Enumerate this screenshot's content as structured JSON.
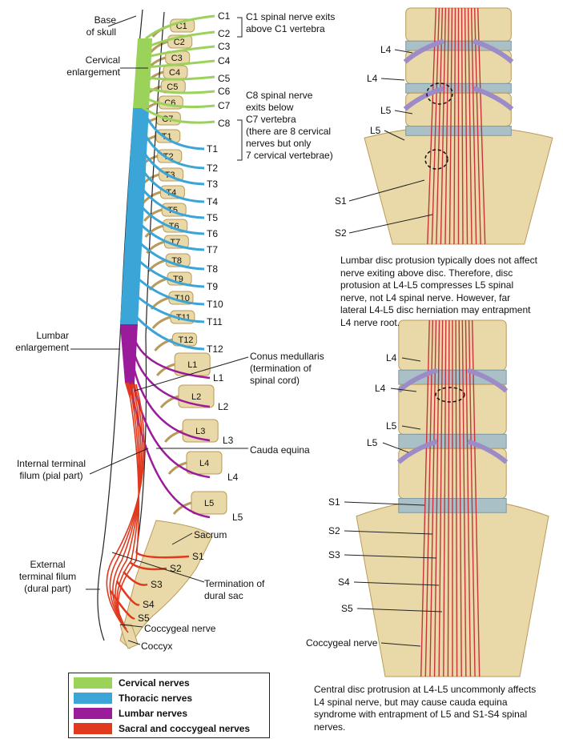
{
  "colors": {
    "cervical": "#9ad25a",
    "thoracic": "#3aa5d6",
    "lumbar": "#9b1c9b",
    "sacral": "#e0391d",
    "bone": "#ead9a8",
    "boneEdge": "#b89a5b",
    "nerveRed": "#c8323c"
  },
  "left": {
    "base_skull": [
      "Base",
      "of skull"
    ],
    "cervical_enl": [
      "Cervical",
      "enlargement"
    ],
    "lumbar_enl": [
      "Lumbar",
      "enlargement"
    ],
    "internal_filum": [
      "Internal terminal",
      "filum (pial part)"
    ],
    "external_filum": [
      "External",
      "terminal filum",
      "(dural part)"
    ],
    "conus": [
      "Conus medullaris",
      "(termination of",
      "spinal cord)"
    ],
    "cauda": "Cauda equina",
    "sacrum": "Sacrum",
    "term_dural": [
      "Termination of",
      "dural sac"
    ],
    "coccygeal": "Coccygeal nerve",
    "coccyx": "Coccyx",
    "c1_note": [
      "C1 spinal nerve exits",
      "above C1 vertebra"
    ],
    "c8_note": [
      "C8 spinal nerve",
      "exits below",
      "C7 vertebra",
      "(there are 8 cervical",
      "nerves but only",
      "7 cervical vertebrae)"
    ],
    "vertebra_labels": [
      "C1",
      "C2",
      "C3",
      "C4",
      "C5",
      "C6",
      "C7",
      "T1",
      "T2",
      "T3",
      "T4",
      "T5",
      "T6",
      "T7",
      "T8",
      "T9",
      "T10",
      "T11",
      "T12",
      "L1",
      "L2",
      "L3",
      "L4",
      "L5"
    ],
    "nerve_labels": {
      "cervical": [
        "C1",
        "C2",
        "C3",
        "C4",
        "C5",
        "C6",
        "C7",
        "C8"
      ],
      "thoracic": [
        "T1",
        "T2",
        "T3",
        "T4",
        "T5",
        "T6",
        "T7",
        "T8",
        "T9",
        "T10",
        "T11",
        "T12"
      ],
      "lumbar": [
        "L1",
        "L2",
        "L3",
        "L4",
        "L5"
      ],
      "sacral": [
        "S1",
        "S2",
        "S3",
        "S4",
        "S5"
      ]
    }
  },
  "top_right": {
    "labels": [
      "L4",
      "L4",
      "L5",
      "L5",
      "S1",
      "S2"
    ],
    "caption": [
      "Lumbar disc protusion typically does not affect",
      "nerve exiting above disc. Therefore, disc",
      "protusion at L4-L5 compresses L5 spinal",
      "nerve, not L4 spinal nerve. However, far",
      "lateral L4-L5 disc herniation may entrapment",
      "L4 nerve root."
    ]
  },
  "bottom_right": {
    "labels": [
      "L4",
      "L4",
      "L5",
      "L5",
      "S1",
      "S2",
      "S3",
      "S4",
      "S5",
      "Coccygeal nerve"
    ],
    "caption": [
      "Central disc protrusion at L4-L5 uncommonly affects",
      "L4 spinal nerve, but may cause cauda equina",
      "syndrome with entrapment of L5 and S1-S4 spinal",
      "nerves."
    ]
  },
  "legend": [
    {
      "label": "Cervical nerves",
      "color": "#9ad25a"
    },
    {
      "label": "Thoracic nerves",
      "color": "#3aa5d6"
    },
    {
      "label": "Lumbar nerves",
      "color": "#9b1c9b"
    },
    {
      "label": "Sacral and coccygeal nerves",
      "color": "#e0391d"
    }
  ]
}
